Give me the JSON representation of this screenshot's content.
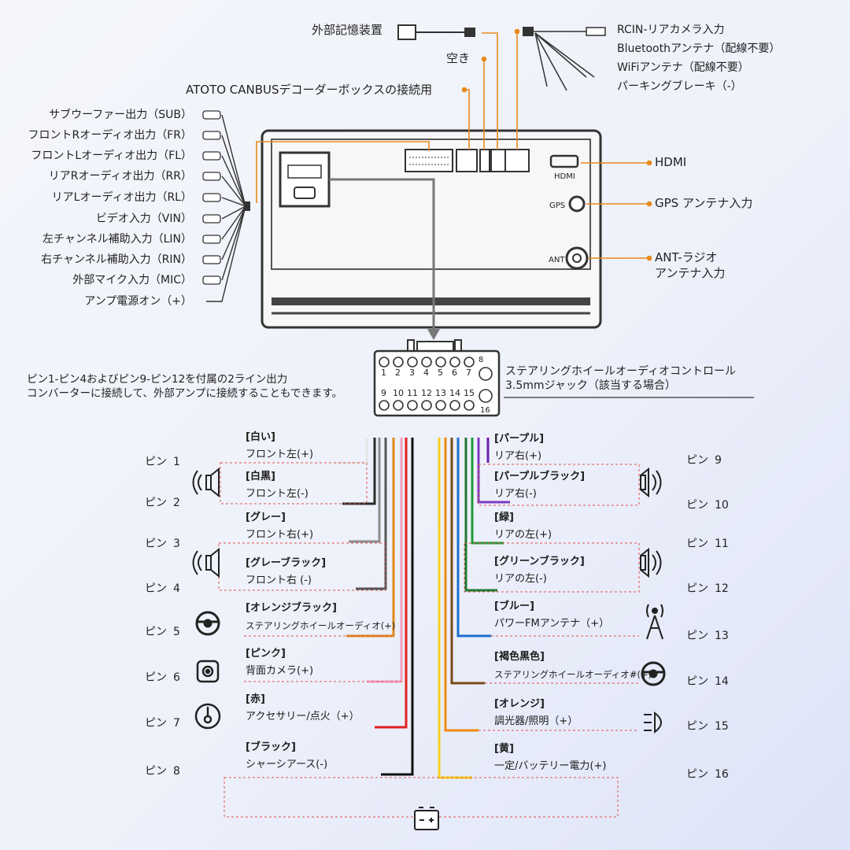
{
  "top_labels": {
    "external_storage": "外部記憶装置",
    "empty": "空き",
    "canbus": "ATOTO CANBUSデコーダーボックスの接続用",
    "rcin": "RCIN-リアカメラ入力",
    "bluetooth": "Bluetoothアンテナ（配線不要）",
    "wifi": "WiFiアンテナ（配線不要）",
    "parking": "パーキングブレーキ（-）"
  },
  "left_labels": [
    "サブウーファー出力（SUB）",
    "フロントRオーディオ出力（FR）",
    "フロントLオーディオ出力（FL）",
    "リアRオーディオ出力（RR）",
    "リアLオーディオ出力（RL）",
    "ビデオ入力（VIN）",
    "左チャンネル補助入力（LIN）",
    "右チャンネル補助入力（RIN）",
    "外部マイク入力（MIC）",
    "アンプ電源オン（+）"
  ],
  "right_labels": {
    "hdmi": "HDMI",
    "gps": "GPS アンテナ入力",
    "ant_line1": "ANT-ラジオ",
    "ant_line2": "アンテナ入力"
  },
  "unit_labels": {
    "hdmi": "HDMI",
    "gps": "GPS",
    "ant": "ANT"
  },
  "connector": {
    "top_numbers": [
      "1",
      "2",
      "3",
      "4",
      "5",
      "6",
      "7"
    ],
    "top_extra": "8",
    "bottom_numbers": [
      "9",
      "10",
      "11",
      "12",
      "13",
      "14",
      "15"
    ],
    "bottom_extra": "16"
  },
  "note": {
    "line1": "ピン1-ピン4およびピン9-ピン12を付属の2ライン出力",
    "line2": "コンバーターに接続して、外部アンプに接続することもできます。"
  },
  "steering_jack": {
    "line1": "ステアリングホイールオーディオコントロール",
    "line2": "3.5mmジャック（該当する場合）"
  },
  "pin_word": "ピン",
  "left_pins": [
    {
      "num": "1",
      "color_name": "[白い]",
      "func": "フロント左(+)",
      "wire": "#e6e6e6"
    },
    {
      "num": "2",
      "color_name": "[白黒]",
      "func": "フロント左(-)",
      "wire": "#2a2a2a"
    },
    {
      "num": "3",
      "color_name": "[グレー]",
      "func": "フロント右(+)",
      "wire": "#8c8c8c"
    },
    {
      "num": "4",
      "color_name": "[グレーブラック]",
      "func": "フロント右 (-)",
      "wire": "#555555"
    },
    {
      "num": "5",
      "color_name": "[オレンジブラック]",
      "func": "ステアリングホイールオーディオ(+)",
      "wire": "#e08a1e"
    },
    {
      "num": "6",
      "color_name": "[ピンク]",
      "func": "背面カメラ(+)",
      "wire": "#f2a0c0"
    },
    {
      "num": "7",
      "color_name": "[赤]",
      "func": "アクセサリー/点火（+）",
      "wire": "#e02020"
    },
    {
      "num": "8",
      "color_name": "[ブラック]",
      "func": "シャーシアース(-)",
      "wire": "#111111"
    }
  ],
  "right_pins": [
    {
      "num": "9",
      "color_name": "[パープル]",
      "func": "リア右(+)",
      "wire": "#6a1fb0"
    },
    {
      "num": "10",
      "color_name": "[パープルブラック]",
      "func": "リア右(-)",
      "wire": "#7a3ac0"
    },
    {
      "num": "11",
      "color_name": "[緑]",
      "func": "リアの左(+)",
      "wire": "#1f9a3a"
    },
    {
      "num": "12",
      "color_name": "[グリーンブラック]",
      "func": "リアの左(-)",
      "wire": "#1f7a30"
    },
    {
      "num": "13",
      "color_name": "[ブルー]",
      "func": "パワーFMアンテナ（+）",
      "wire": "#1f6fd0"
    },
    {
      "num": "14",
      "color_name": "[褐色黒色]",
      "func": "ステアリングホイールオーディオ#(+)",
      "wire": "#7a4a1a"
    },
    {
      "num": "15",
      "color_name": "[オレンジ]",
      "func": "調光器/照明（+）",
      "wire": "#f08a10"
    },
    {
      "num": "16",
      "color_name": "[黄]",
      "func": "一定/バッテリー電力(+)",
      "wire": "#f5d020"
    }
  ],
  "icons": {
    "speaker_left_1": "speaker-icon",
    "speaker_left_2": "speaker-icon",
    "speaker_right_1": "speaker-icon",
    "speaker_right_2": "speaker-icon",
    "steering_left": "steering-wheel-icon",
    "camera": "camera-icon",
    "ignition": "ignition-key-icon",
    "antenna": "antenna-icon",
    "steering_right": "steering-wheel-icon",
    "headlight": "headlight-icon",
    "battery": "battery-icon"
  },
  "colors": {
    "accent": "#e8891c",
    "line": "#222222",
    "dash": "#e05050"
  }
}
